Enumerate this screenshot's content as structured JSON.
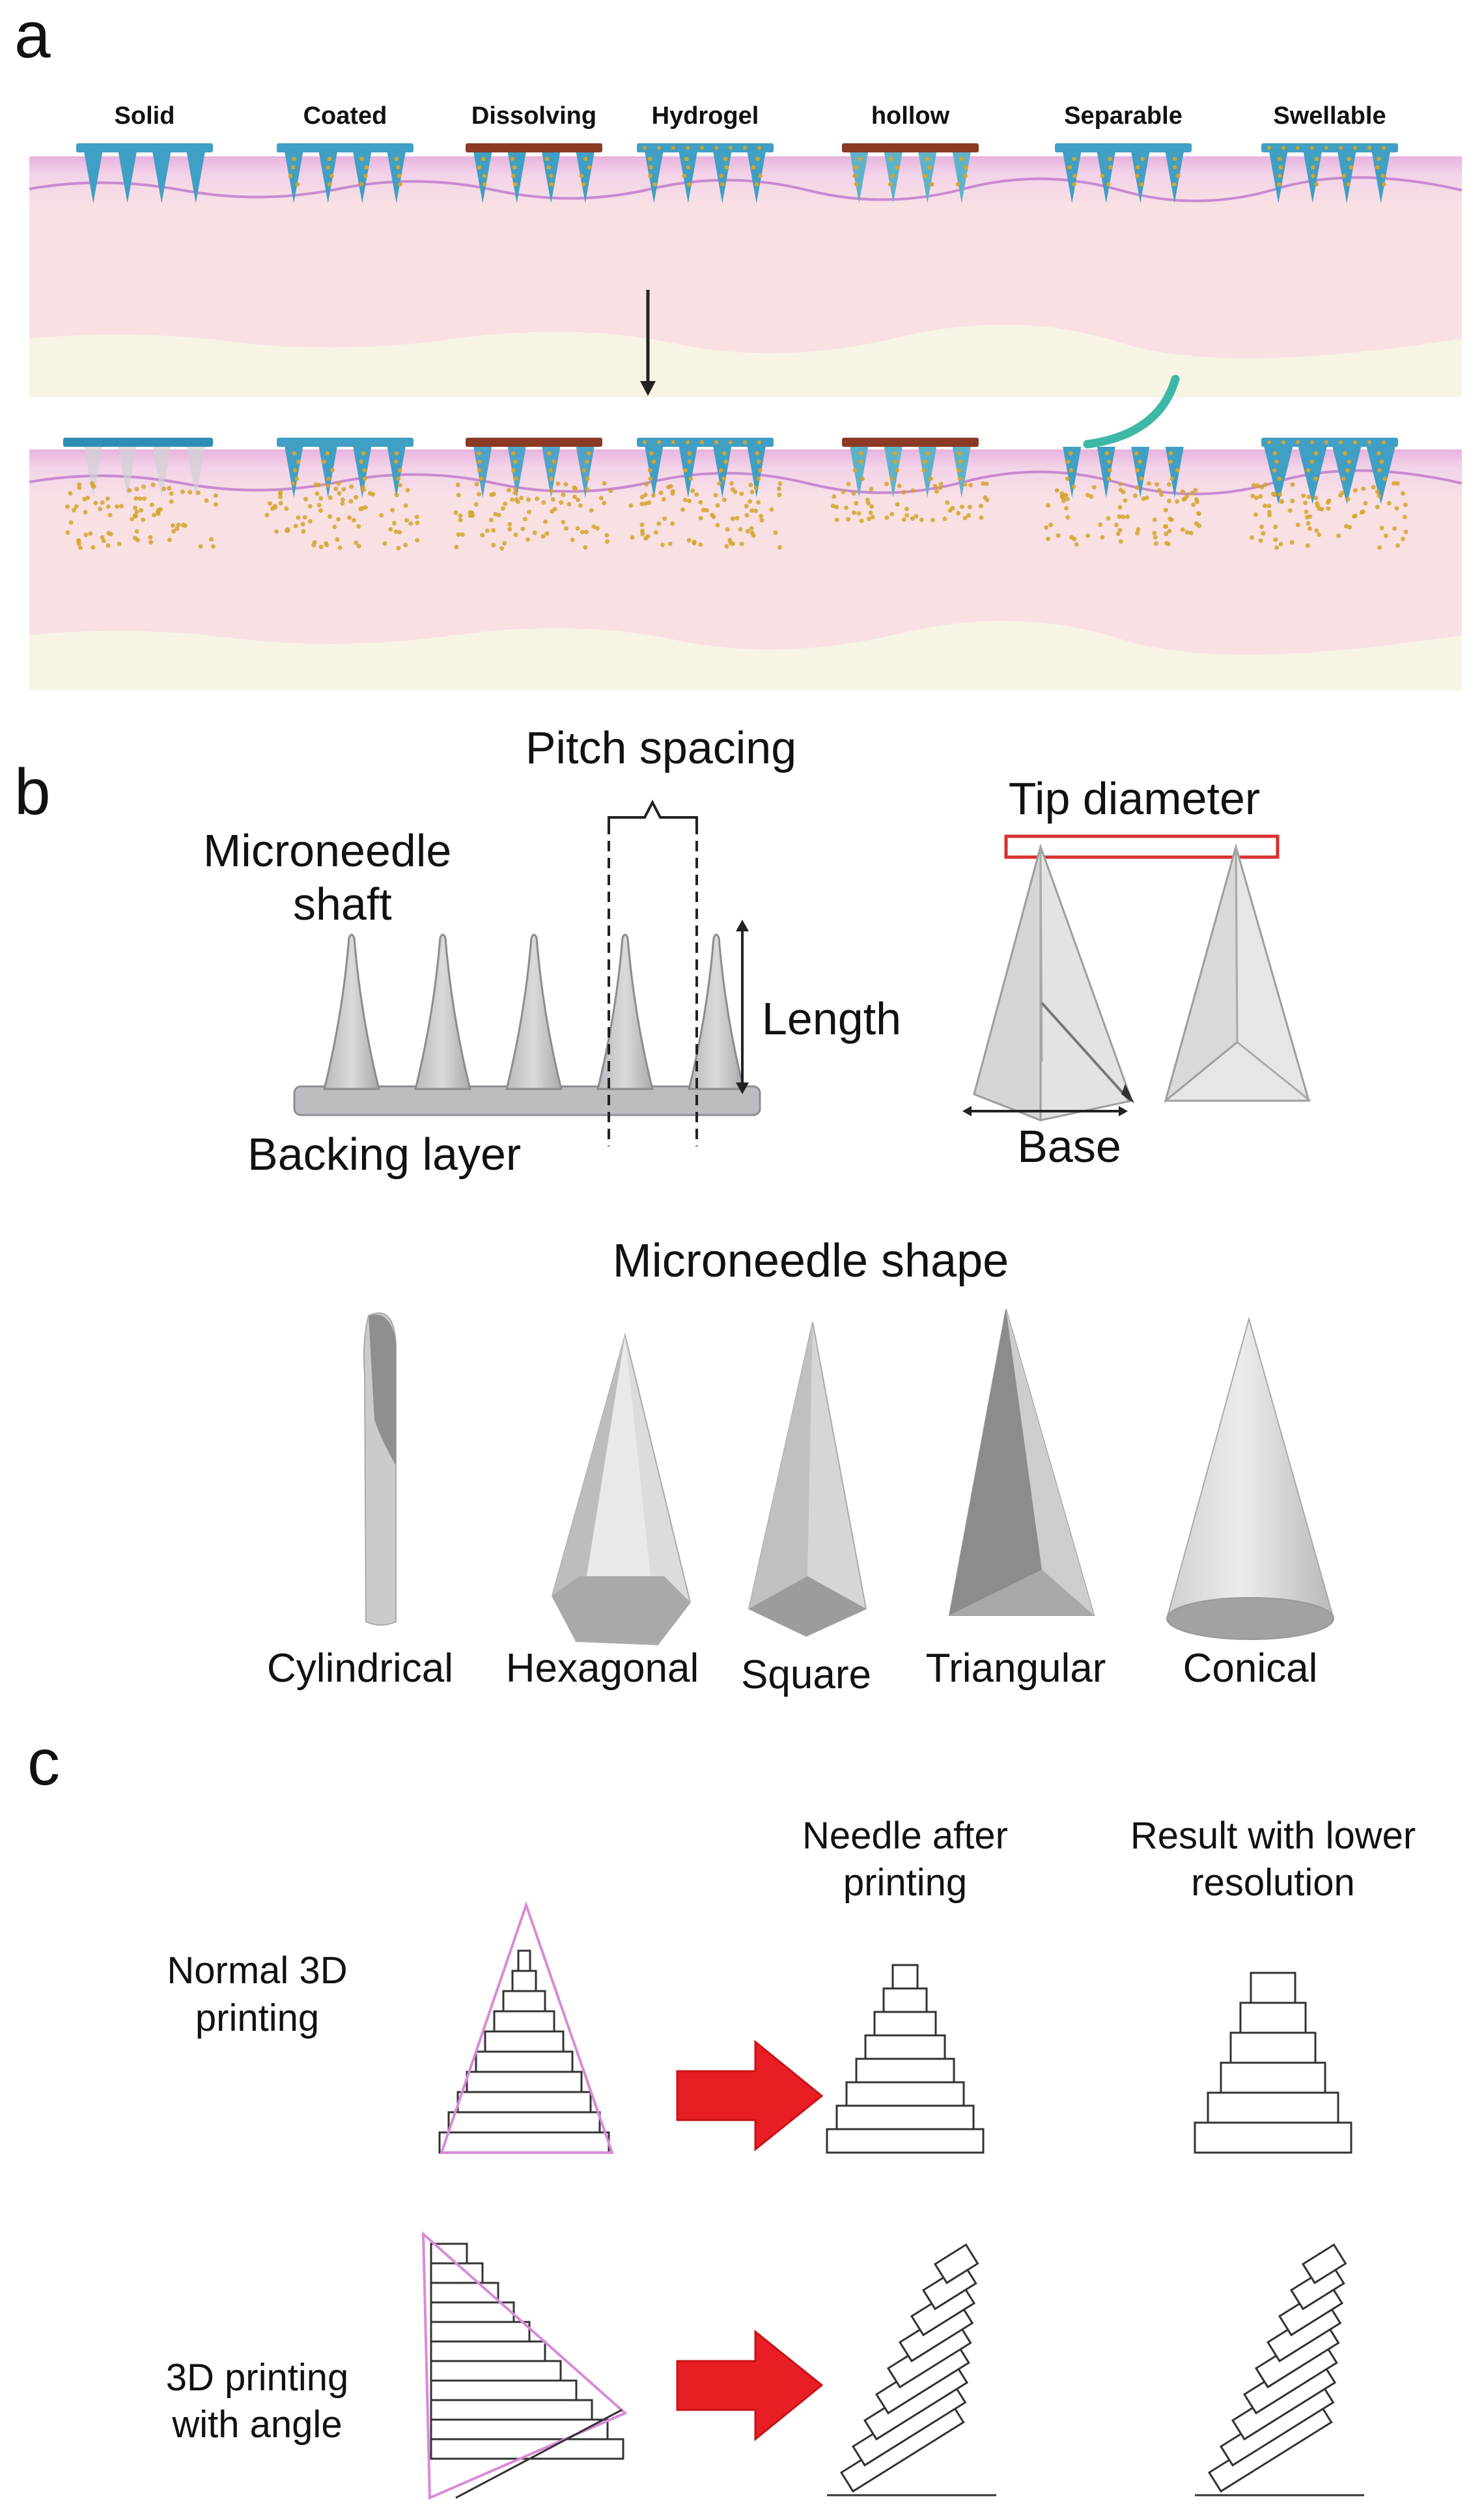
{
  "panel_a": {
    "letter": "a",
    "types": [
      {
        "label": "Solid"
      },
      {
        "label": "Coated"
      },
      {
        "label": "Dissolving"
      },
      {
        "label": "Hydrogel"
      },
      {
        "label": "hollow"
      },
      {
        "label": "Separable"
      },
      {
        "label": "Swellable"
      }
    ]
  },
  "panel_b": {
    "letter": "b",
    "pitch_spacing": "Pitch spacing",
    "shaft_line1": "Microneedle",
    "shaft_line2": "shaft",
    "length": "Length",
    "backing_layer": "Backing layer",
    "tip_diameter": "Tip diameter",
    "base": "Base",
    "shape_title": "Microneedle  shape",
    "shapes": [
      {
        "label": "Cylindrical"
      },
      {
        "label": "Hexagonal"
      },
      {
        "label": "Square"
      },
      {
        "label": "Triangular"
      },
      {
        "label": "Conical"
      }
    ]
  },
  "panel_c": {
    "letter": "c",
    "col1_line1": "Needle after",
    "col1_line2": "printing",
    "col2_line1": "Result with lower",
    "col2_line2": "resolution",
    "row1_line1": "Normal 3D",
    "row1_line2": "printing",
    "row2_line1": "3D printing",
    "row2_line2": "with angle"
  },
  "colors": {
    "skin_top": "#e3a8d9",
    "skin_mid": "#f8dfe3",
    "skin_base": "#f8f3e3",
    "needle_blue": "#3f9fc4",
    "backing_brown": "#8a3a25",
    "drug_gold": "#d4a52b",
    "separable_teal": "#3db8a6",
    "arrow_red": "#e81e24",
    "outline_pink": "#d98ad8"
  }
}
